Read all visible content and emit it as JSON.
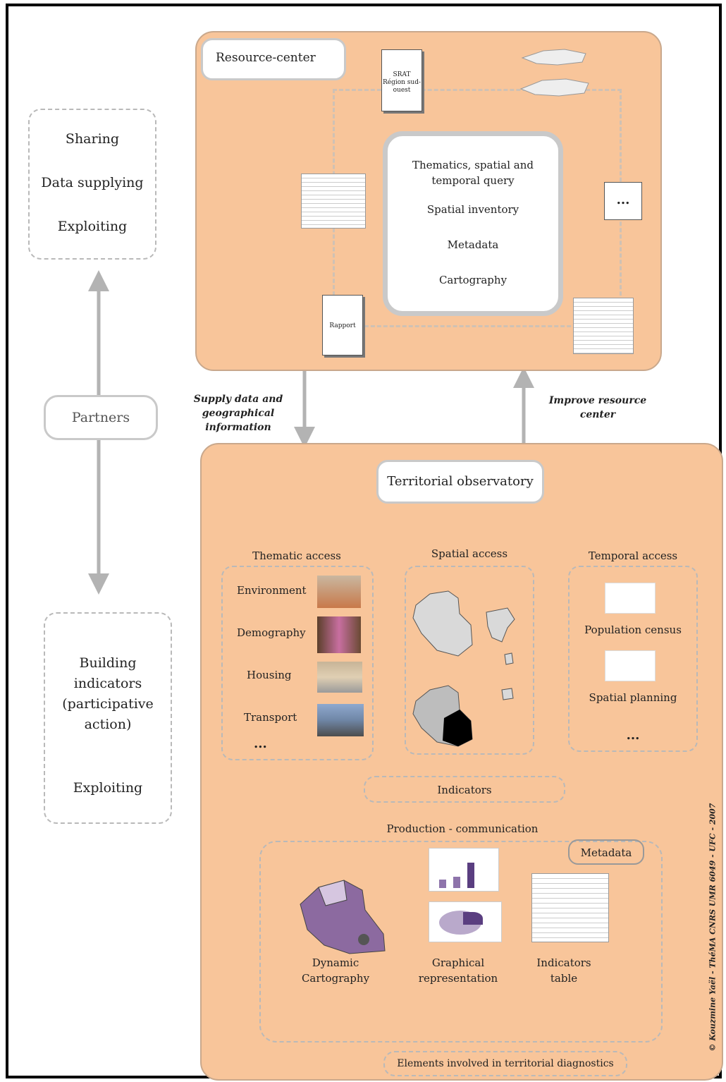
{
  "left": {
    "top_box": {
      "items": [
        "Sharing",
        "Data supplying",
        "Exploiting"
      ]
    },
    "partners_label": "Partners",
    "bottom_box": {
      "items": [
        "Building indicators (participative action)",
        "Exploiting"
      ]
    }
  },
  "resource_center": {
    "title": "Resource-center",
    "document_label": "SRAT Région sud-ouest",
    "report_label": "Rapport",
    "query_box": [
      "Thematics, spatial and temporal query",
      "Spatial inventory",
      "Metadata",
      "Cartography"
    ],
    "ellipsis": "..."
  },
  "arrows": {
    "supply": "Supply data and geographical information",
    "improve": "Improve resource center"
  },
  "observatory": {
    "title": "Territorial observatory",
    "thematic": {
      "label": "Thematic access",
      "items": [
        "Environment",
        "Demography",
        "Housing",
        "Transport"
      ],
      "ellipsis": "..."
    },
    "spatial": {
      "label": "Spatial access"
    },
    "temporal": {
      "label": "Temporal access",
      "items": [
        "Population census",
        "Spatial planning"
      ],
      "ellipsis": "..."
    },
    "indicators": "Indicators",
    "production": "Production - communication",
    "metadata": "Metadata",
    "outputs": [
      "Dynamic Cartography",
      "Graphical representation",
      "Indicators table"
    ],
    "elements": "Elements involved in territorial diagnostics"
  },
  "credit": "© Kouzmine Yaël - ThéMA CNRS UMR 6049 - UFC - 2007",
  "colors": {
    "panel": "#f8c59a",
    "arrow": "#b3b3b3",
    "dash": "#b9b9b9"
  }
}
